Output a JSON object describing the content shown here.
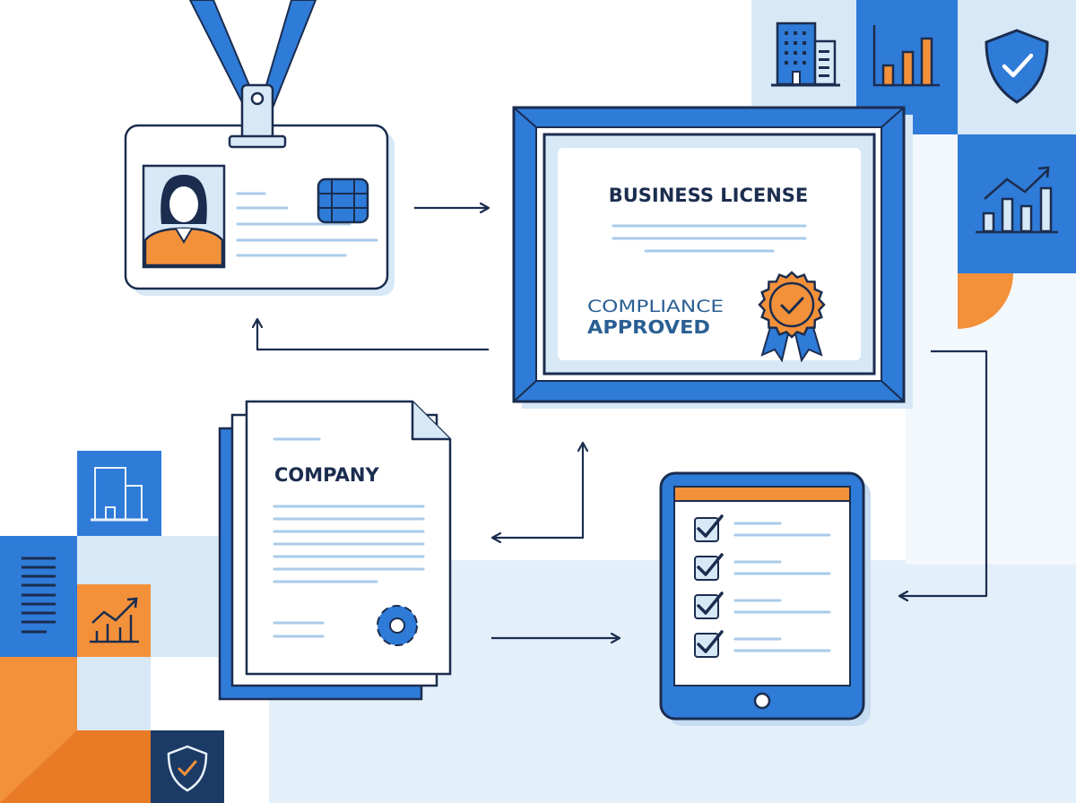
{
  "certificate": {
    "title": "BUSINESS LICENSE",
    "status_line1": "COMPLIANCE",
    "status_line2": "APPROVED"
  },
  "company_document": {
    "title": "COMPANY"
  },
  "colors": {
    "blue": "#2f7bd8",
    "navy": "#1b2d4f",
    "light_blue": "#d7e8f7",
    "orange": "#f3913a",
    "dark_orange": "#e97a26",
    "line_blue": "#a9cbe8"
  },
  "icons": [
    "id-badge-icon",
    "business-license-certificate-icon",
    "award-seal-icon",
    "company-document-icon",
    "gear-icon",
    "tablet-checklist-icon",
    "building-icon",
    "bar-chart-icon",
    "shield-check-icon",
    "growth-chart-icon",
    "text-lines-icon"
  ],
  "checklist": {
    "items_checked": 4,
    "items_total": 4
  }
}
